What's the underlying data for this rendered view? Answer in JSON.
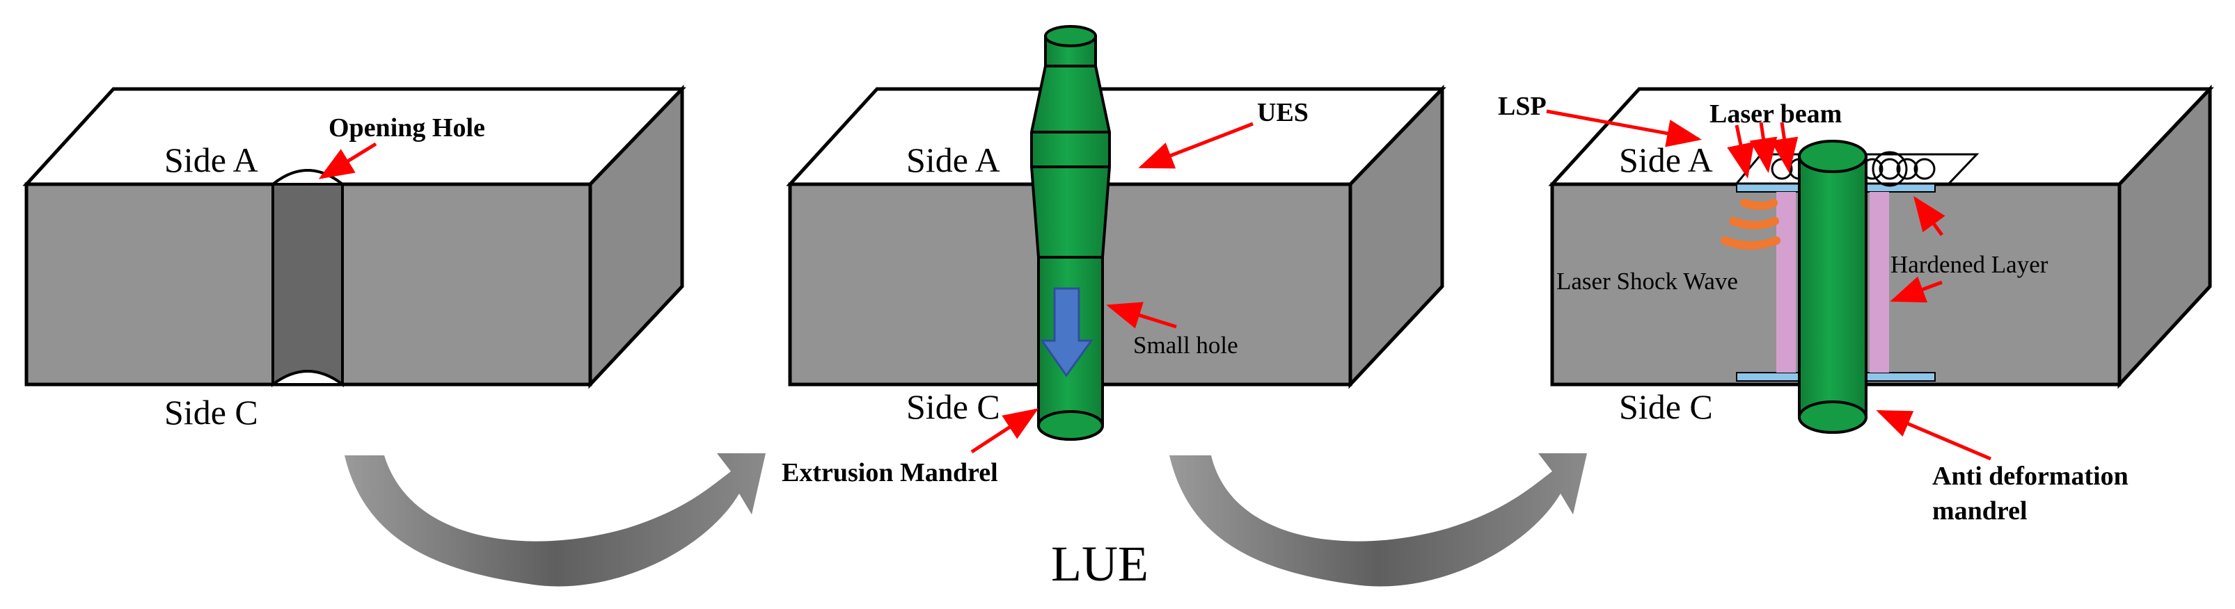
{
  "panel1": {
    "side_a": "Side A",
    "side_c": "Side C",
    "opening_hole": "Opening Hole"
  },
  "panel2": {
    "side_a": "Side A",
    "side_c": "Side C",
    "ues": "UES",
    "small_hole": "Small hole",
    "extrusion_mandrel": "Extrusion Mandrel"
  },
  "panel3": {
    "side_a": "Side A",
    "side_c": "Side C",
    "lsp": "LSP",
    "laser_beam": "Laser beam",
    "laser_shock_wave": "Laser Shock Wave",
    "hardened_layer": "Hardened Layer",
    "anti_deformation_line1": "Anti deformation",
    "anti_deformation_line2": "mandrel"
  },
  "process_label": "LUE",
  "colors": {
    "block_front": "#939393",
    "block_side": "#8a8a8a",
    "block_top": "#ffffff",
    "hole_wall": "#676767",
    "mandrel_green": "#149b44",
    "arrow_red": "#ff0000",
    "arrow_blue": "#4a76c8",
    "hardened_pink": "#d3a0cf",
    "shield_blue": "#8ec6ea",
    "shock_orange": "#f07830",
    "process_arrow_gray": "#7a7a7a"
  }
}
